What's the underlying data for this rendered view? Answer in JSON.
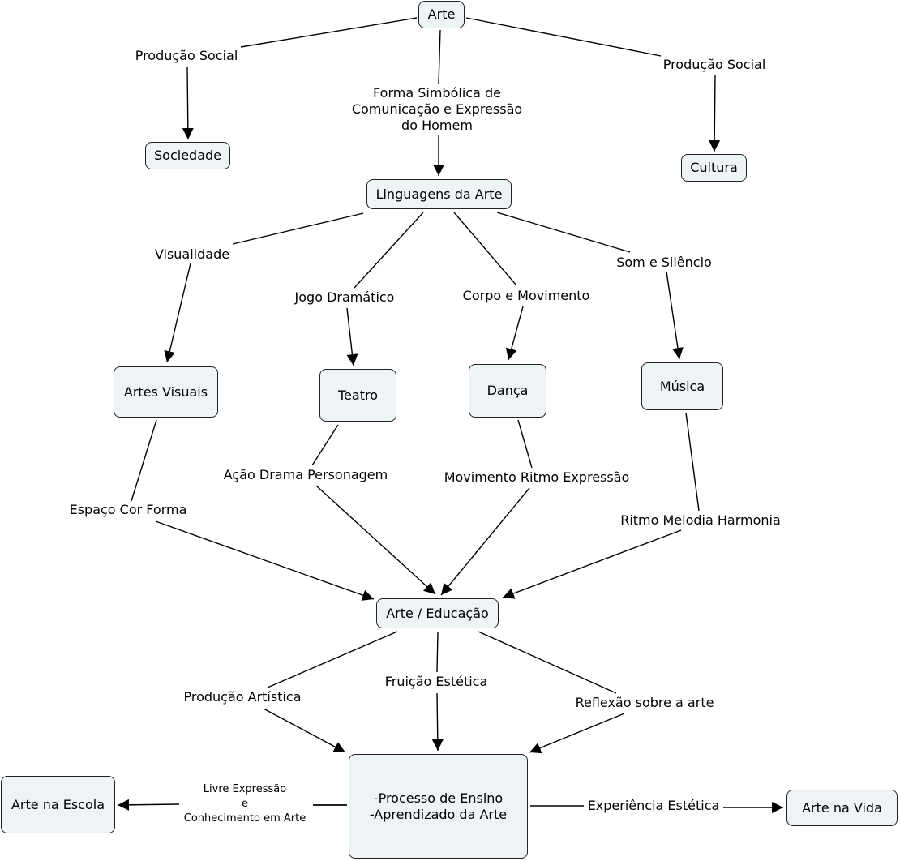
{
  "colors": {
    "node_fill": "#eef3f5",
    "node_border": "#222222",
    "line": "#000000",
    "background": "#ffffff"
  },
  "nodes": {
    "arte": "Arte",
    "sociedade": "Sociedade",
    "cultura": "Cultura",
    "linguagens": "Linguagens da Arte",
    "artes_visuais": "Artes Visuais",
    "teatro": "Teatro",
    "danca": "Dança",
    "musica": "Música",
    "arte_educacao": "Arte / Educação",
    "processo": "-Processo de Ensino\n-Aprendizado da Arte",
    "arte_escola": "Arte na Escola",
    "arte_vida": "Arte na Vida"
  },
  "links": {
    "producao_social_left": "Produção Social",
    "forma_simbolica": "Forma Simbólica de\nComunicação e Expressão\ndo Homem",
    "producao_social_right": "Produção Social",
    "visualidade": "Visualidade",
    "jogo_dramatico": "Jogo Dramático",
    "corpo_movimento": "Corpo e Movimento",
    "som_silencio": "Som e Silêncio",
    "espaco_cor_forma": "Espaço Cor Forma",
    "acao_drama": "Ação Drama Personagem",
    "movimento_ritmo": "Movimento Ritmo Expressão",
    "ritmo_melodia": "Ritmo Melodia Harmonia",
    "producao_artistica": "Produção Artística",
    "fruicao_estetica": "Fruição Estética",
    "reflexao": "Reflexão sobre a arte",
    "livre_expressao": "Livre Expressão\ne\nConhecimento em Arte",
    "experiencia_estetica": "Experiência Estética"
  }
}
